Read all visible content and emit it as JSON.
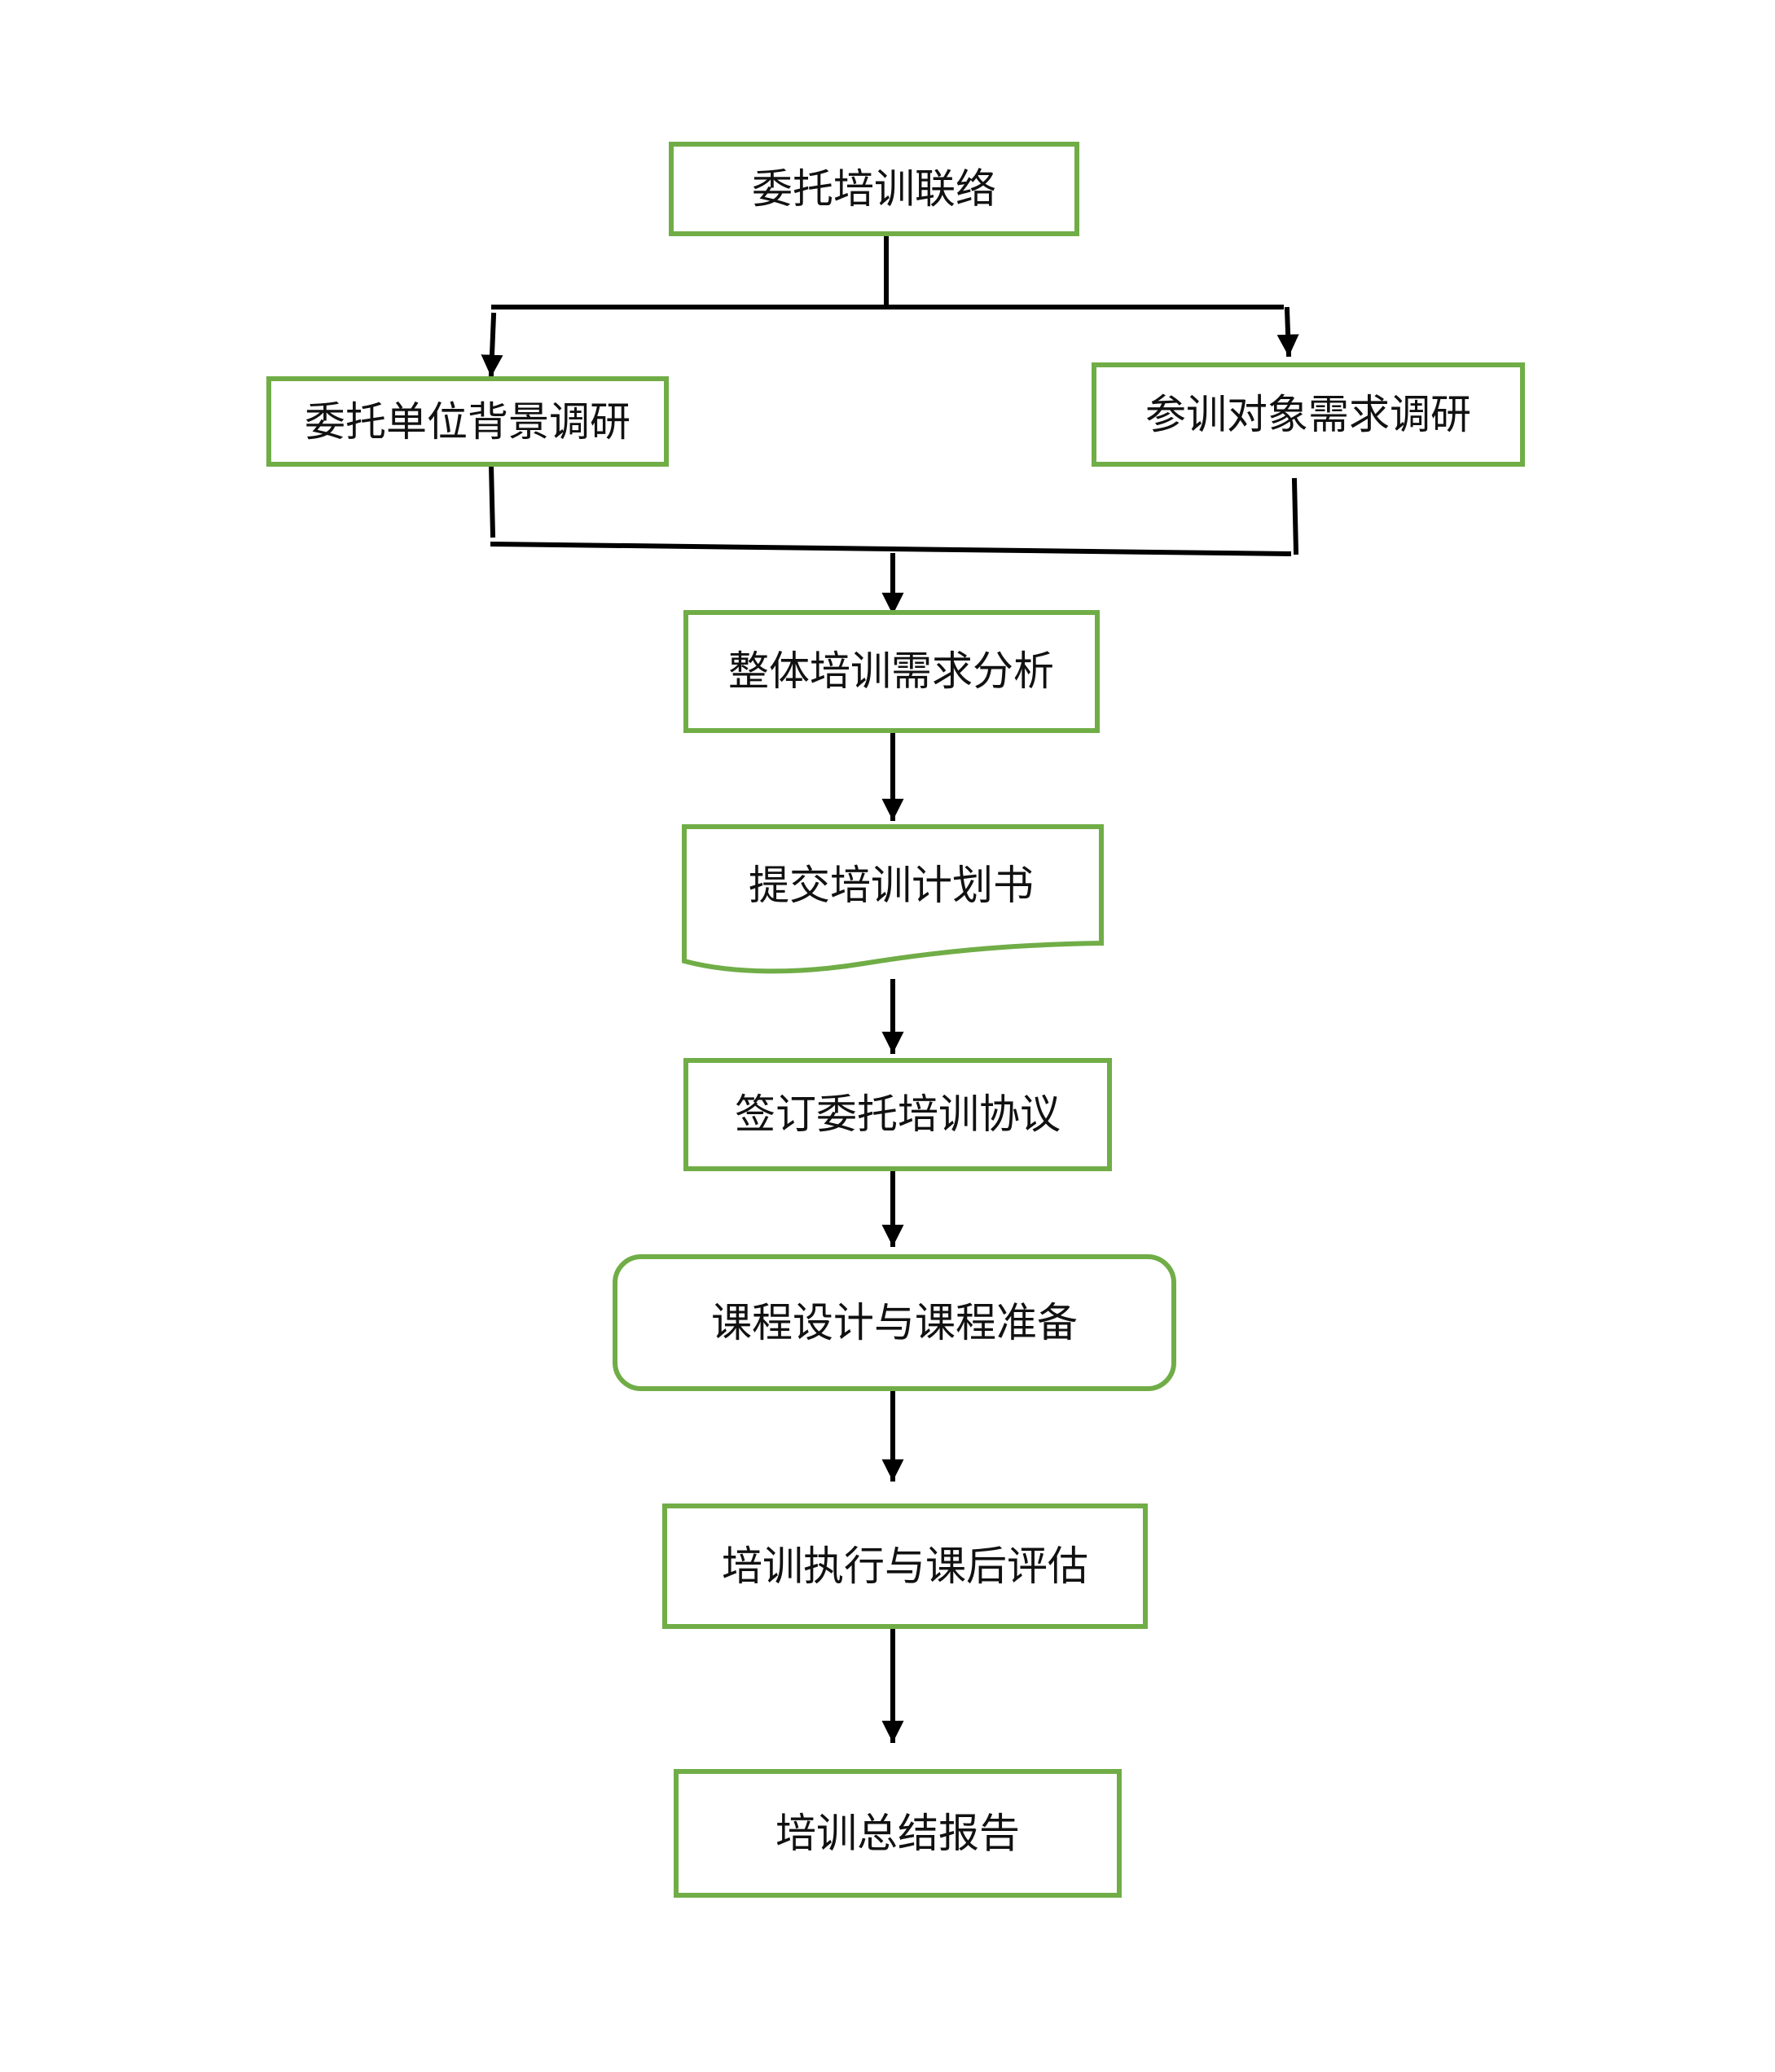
{
  "colors": {
    "box_border": "#70ad47",
    "connector": "#000000",
    "text": "#111111",
    "background": "#ffffff"
  },
  "nodes": {
    "contact": "委托培训联络",
    "client_research": "委托单位背景调研",
    "trainee_research": "参训对象需求调研",
    "needs_analysis": "整体培训需求分析",
    "plan": "提交培训计划书",
    "agreement": "签订委托培训协议",
    "course_design": "课程设计与课程准备",
    "execution": "培训执行与课后评估",
    "summary": "培训总结报告"
  }
}
